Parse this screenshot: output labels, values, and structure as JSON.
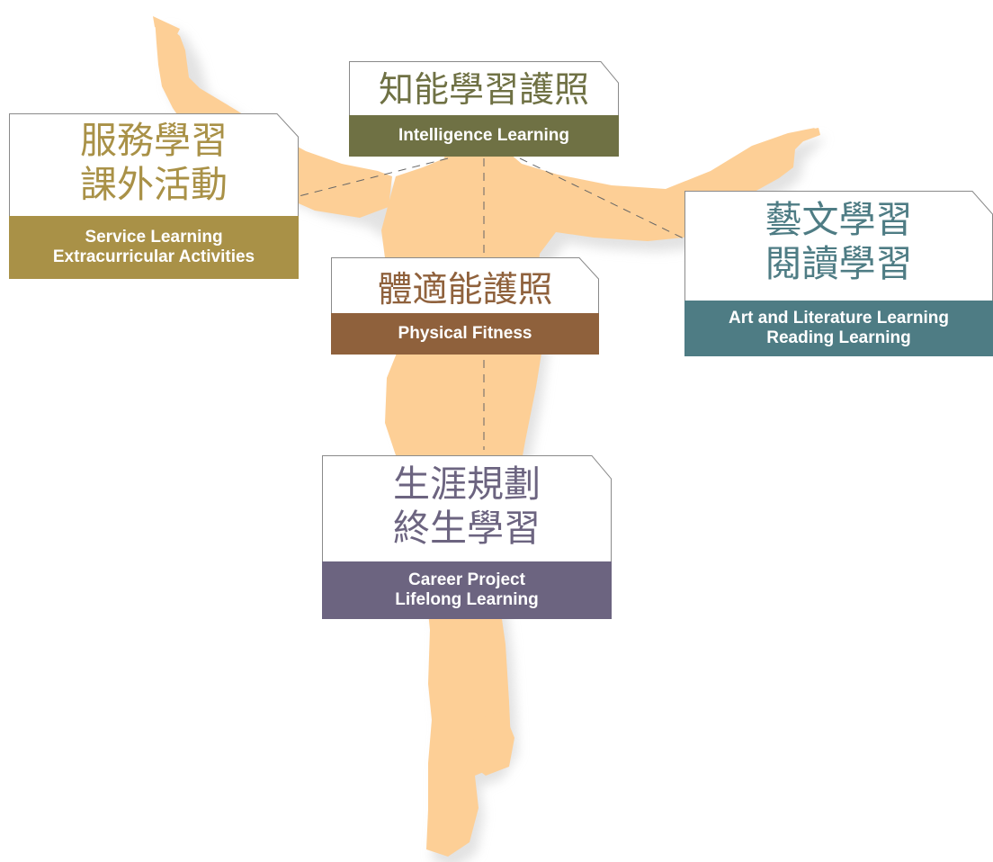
{
  "colors": {
    "silhouette": "#fdcf96",
    "intelligence": "#6f7144",
    "service": "#a99147",
    "arts": "#4e7c84",
    "fitness": "#8f613c",
    "career": "#6c6480",
    "frame": "#8a8a8a"
  },
  "cards": {
    "intelligence": {
      "zh": [
        "知能學習護照"
      ],
      "en": [
        "Intelligence Learning"
      ]
    },
    "service": {
      "zh": [
        "服務學習",
        "課外活動"
      ],
      "en": [
        "Service Learning",
        "Extracurricular Activities"
      ]
    },
    "arts": {
      "zh": [
        "藝文學習",
        "閱讀學習"
      ],
      "en": [
        "Art and Literature Learning",
        "Reading Learning"
      ]
    },
    "fitness": {
      "zh": [
        "體適能護照"
      ],
      "en": [
        "Physical Fitness"
      ]
    },
    "career": {
      "zh": [
        "生涯規劃",
        "終生學習"
      ],
      "en": [
        "Career Project",
        "Lifelong Learning"
      ]
    }
  }
}
